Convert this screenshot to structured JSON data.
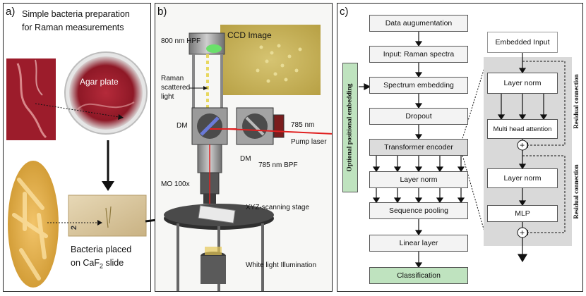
{
  "panel_a": {
    "label": "a)",
    "title_line1": "Simple bacteria preparation",
    "title_line2": "for Raman measurements",
    "agar_label": "Agar plate",
    "slide_mark": "2",
    "caption_line1": "Bacteria placed",
    "caption_line2_prefix": "on CaF",
    "caption_line2_sub": "2",
    "caption_line2_suffix": " slide"
  },
  "panel_b": {
    "label": "b)",
    "hpf": "800 nm HPF",
    "ccd": "CCD Image",
    "raman_line1": "Raman",
    "raman_line2": "scattered",
    "raman_line3": "light",
    "dm_left": "DM",
    "dm_right": "DM",
    "pump_line1": "785 nm",
    "pump_line2": "Pump laser",
    "bpf": "785 nm BPF",
    "objective": "MO 100x",
    "stage": "XYZ-scanning stage",
    "illumination": "White light Illumination"
  },
  "panel_c": {
    "label": "c)",
    "optional_embedding": "Optional positional embedding",
    "left_blocks": [
      {
        "label": "Data augumentation",
        "style": "light"
      },
      {
        "label": "Input: Raman spectra",
        "style": "light"
      },
      {
        "label": "Spectrum embedding",
        "style": "light"
      },
      {
        "label": "Dropout",
        "style": "light"
      },
      {
        "label": "Transformer encoder",
        "style": "gray"
      },
      {
        "label": "Layer norm",
        "style": "light"
      },
      {
        "label": "Sequence pooling",
        "style": "light"
      },
      {
        "label": "Linear layer",
        "style": "light"
      },
      {
        "label": "Classification",
        "style": "green"
      }
    ],
    "encoder": {
      "embedded_input": "Embedded Input",
      "layer_norm_1": "Layer norm",
      "attention": "Multi head attention",
      "layer_norm_2": "Layer norm",
      "mlp": "MLP",
      "residual_1": "Residual connection",
      "residual_2": "Residual connection",
      "plus_symbol": "+"
    }
  },
  "colors": {
    "agar_red": "#a01f2e",
    "laser_red": "#e02020",
    "green_box": "#bfe3bf",
    "gray_box": "#dcdcdc",
    "encoder_bg": "#d9d9d9",
    "ccd_bg": "#c9b35a"
  }
}
